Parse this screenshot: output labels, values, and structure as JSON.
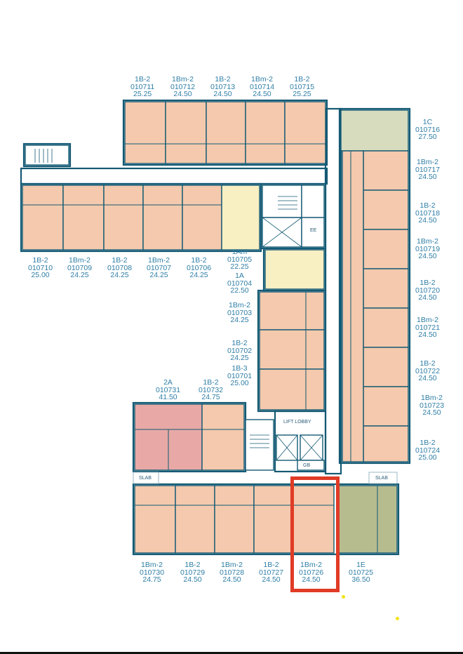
{
  "colors": {
    "wall": "#145a74",
    "unit": "#f4c9ad",
    "unit_yellow": "#f8efc2",
    "unit_sage": "#d7dcbe",
    "unit_olive": "#b7bc8f",
    "unit_pink": "#e8a9a6",
    "label": "#2e7ea6",
    "highlight": "#e03b26"
  },
  "units": [
    {
      "id": "u711",
      "type": "1B-2",
      "code": "010711",
      "area": "25.25"
    },
    {
      "id": "u712",
      "type": "1Bm-2",
      "code": "010712",
      "area": "24.50"
    },
    {
      "id": "u713",
      "type": "1B-2",
      "code": "010713",
      "area": "24.50"
    },
    {
      "id": "u714",
      "type": "1Bm-2",
      "code": "010714",
      "area": "24.50"
    },
    {
      "id": "u715",
      "type": "1B-2",
      "code": "010715",
      "area": "25.25"
    },
    {
      "id": "u716",
      "type": "1C",
      "code": "010716",
      "area": "27.50"
    },
    {
      "id": "u717",
      "type": "1Bm-2",
      "code": "010717",
      "area": "24.50"
    },
    {
      "id": "u718",
      "type": "1B-2",
      "code": "010718",
      "area": "24.50"
    },
    {
      "id": "u719",
      "type": "1Bm-2",
      "code": "010719",
      "area": "24.50"
    },
    {
      "id": "u720",
      "type": "1B-2",
      "code": "010720",
      "area": "24.50"
    },
    {
      "id": "u721",
      "type": "1Bm-2",
      "code": "010721",
      "area": "24.50"
    },
    {
      "id": "u722",
      "type": "1B-2",
      "code": "010722",
      "area": "24.50"
    },
    {
      "id": "u723",
      "type": "1Bm-2",
      "code": "010723",
      "area": "24.50"
    },
    {
      "id": "u724",
      "type": "1B-2",
      "code": "010724",
      "area": "25.00"
    },
    {
      "id": "u710",
      "type": "1B-2",
      "code": "010710",
      "area": "25.00"
    },
    {
      "id": "u709",
      "type": "1Bm-2",
      "code": "010709",
      "area": "24.25"
    },
    {
      "id": "u708",
      "type": "1B-2",
      "code": "010708",
      "area": "24.25"
    },
    {
      "id": "u707",
      "type": "1Bm-2",
      "code": "010707",
      "area": "24.25"
    },
    {
      "id": "u706",
      "type": "1B-2",
      "code": "010706",
      "area": "24.25"
    },
    {
      "id": "u705",
      "type": "1Am",
      "code": "010705",
      "area": "22.25"
    },
    {
      "id": "u704",
      "type": "1A",
      "code": "010704",
      "area": "22.50"
    },
    {
      "id": "u703",
      "type": "1Bm-2",
      "code": "010703",
      "area": "24.25"
    },
    {
      "id": "u702",
      "type": "1B-2",
      "code": "010702",
      "area": "24.25"
    },
    {
      "id": "u701",
      "type": "1B-3",
      "code": "010701",
      "area": "25.00"
    },
    {
      "id": "u731",
      "type": "2A",
      "code": "010731",
      "area": "41.50"
    },
    {
      "id": "u732",
      "type": "1B-2",
      "code": "010732",
      "area": "24.75"
    },
    {
      "id": "u730",
      "type": "1Bm-2",
      "code": "010730",
      "area": "24.75"
    },
    {
      "id": "u729",
      "type": "1B-2",
      "code": "010729",
      "area": "24.50"
    },
    {
      "id": "u728",
      "type": "1Bm-2",
      "code": "010728",
      "area": "24.50"
    },
    {
      "id": "u727",
      "type": "1B-2",
      "code": "010727",
      "area": "24.50"
    },
    {
      "id": "u726",
      "type": "1Bm-2",
      "code": "010726",
      "area": "24.50"
    },
    {
      "id": "u725",
      "type": "1E",
      "code": "010725",
      "area": "36.50"
    }
  ],
  "labels": {
    "lift_lobby": "LIFT LOBBY",
    "slab_left": "SLAB",
    "slab_right": "SLAB",
    "ee": "EE",
    "gb": "GB"
  },
  "highlighted_unit": "010726"
}
